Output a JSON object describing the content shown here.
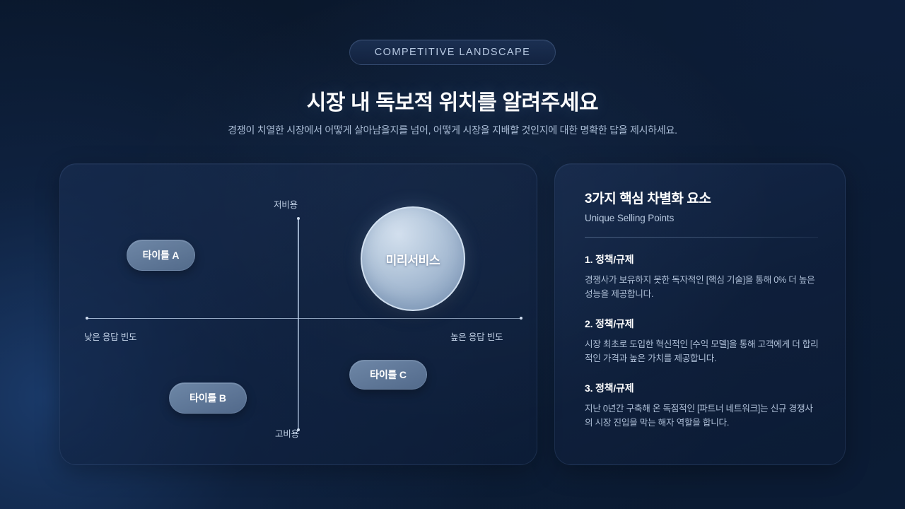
{
  "header": {
    "badge": "COMPETITIVE LANDSCAPE",
    "title": "시장 내 독보적 위치를 알려주세요",
    "subtitle": "경쟁이 치열한 시장에서 어떻게 살아남을지를 넘어, 어떻게 시장을 지배할 것인지에 대한 명확한 답을 제시하세요."
  },
  "quadrant": {
    "axis_labels": {
      "top": "저비용",
      "bottom": "고비용",
      "left": "낮은 응답 빈도",
      "right": "높은 응답 빈도"
    },
    "core": {
      "label": "미리서비스"
    },
    "pills": [
      {
        "label": "타이틀 A"
      },
      {
        "label": "타이틀 B"
      },
      {
        "label": "타이틀 C"
      }
    ]
  },
  "panel": {
    "title": "3가지 핵심 차별화 요소",
    "subtitle": "Unique Selling Points",
    "items": [
      {
        "heading": "1. 정책/규제",
        "body": "경쟁사가 보유하지 못한 독자적인 [핵심 기술]을 통해 0% 더 높은 성능을 제공합니다."
      },
      {
        "heading": "2. 정책/규제",
        "body": "시장 최초로 도입한 혁신적인 [수익 모델]을 통해 고객에게 더 합리적인 가격과 높은 가치를 제공합니다."
      },
      {
        "heading": "3. 정책/규제",
        "body": "지난 0년간 구축해 온 독점적인 [파트너 네트워크]는 신규 경쟁사의 시장 진입을 막는 해자 역할을 합니다."
      }
    ]
  },
  "colors": {
    "background": "#091629",
    "card": "#1a2f54",
    "accent": "#b8cade",
    "pill": "#738cac",
    "text_primary": "#ffffff",
    "text_secondary": "#aebfd7"
  }
}
